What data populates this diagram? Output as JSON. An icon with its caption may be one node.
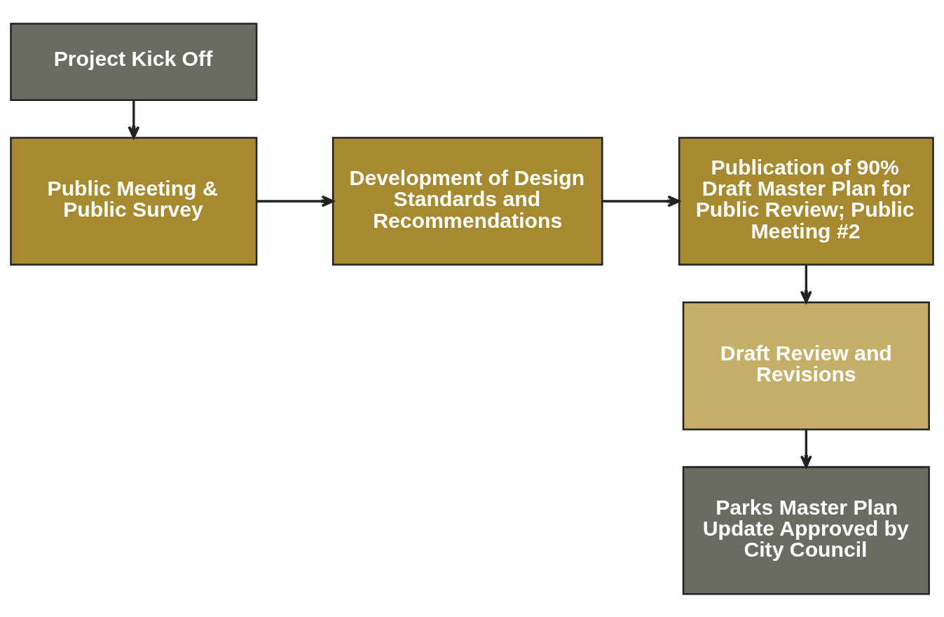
{
  "diagram": {
    "nodes": [
      {
        "text": [
          "Project Kick Off"
        ]
      },
      {
        "text": [
          "Public Meeting & Public Survey"
        ]
      },
      {
        "text": [
          "Development of Design Standards and Recommendations"
        ]
      },
      {
        "text": [
          "Publication of 90% Draft Master Plan for Public Review; Public Meeting #2"
        ]
      },
      {
        "text": [
          "Draft Review and Revisions"
        ]
      },
      {
        "text": [
          "Parks Master Plan Update Approved by City Council"
        ]
      }
    ],
    "edges": [
      {
        "from": 0,
        "to": 1,
        "arrow": "to"
      },
      {
        "from": 1,
        "to": 2,
        "arrow": "to"
      },
      {
        "from": 2,
        "to": 3,
        "arrow": "to"
      },
      {
        "from": 3,
        "to": 4,
        "arrow": "to"
      },
      {
        "from": 4,
        "to": 5,
        "arrow": "to"
      }
    ]
  }
}
